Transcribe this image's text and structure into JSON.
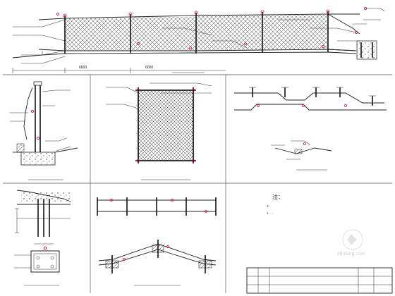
{
  "sheet": {
    "background": "#ffffff",
    "line_color": "#222222",
    "accent_color": "#e3004f"
  },
  "top": {
    "dim_left": "6000",
    "dim_right": "6000",
    "caption": "",
    "label_a": "",
    "label_b": "",
    "label_c": ""
  },
  "panels": [
    {
      "caption": ""
    },
    {
      "caption": ""
    },
    {
      "caption": ""
    },
    {
      "caption": ""
    },
    {
      "caption": ""
    }
  ],
  "notes": {
    "heading": "注：",
    "lines": [
      "1.",
      "1. …",
      "",
      "",
      "",
      "",
      "",
      ""
    ]
  },
  "title_block": {
    "drawing_title": "",
    "subtitle": "",
    "cell_labels": [
      "",
      "",
      "",
      "",
      ""
    ]
  },
  "watermark": {
    "text": "zhulong.com"
  }
}
